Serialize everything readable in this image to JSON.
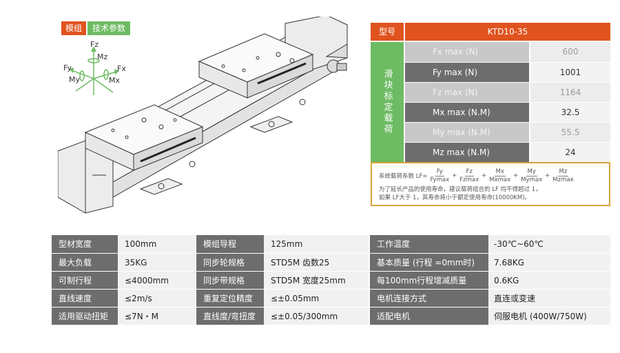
{
  "tags": {
    "module": "模组",
    "params": "技术参数"
  },
  "force_axes": {
    "fz": "Fz",
    "mz": "Mz",
    "fy": "Fy",
    "fx": "Fx",
    "my": "My",
    "mx": "Mx"
  },
  "colors": {
    "orange": "#e0531e",
    "green": "#6dbb62",
    "gold": "#d6a33a",
    "dark_gray": "#6d6d6d"
  },
  "spec": {
    "header_label": "型号",
    "model": "KTD10-35",
    "group_label": "滑块标定载荷",
    "rows": [
      {
        "key": "Fx max (N)",
        "value": "600"
      },
      {
        "key": "Fy max (N)",
        "value": "1001"
      },
      {
        "key": "Fz max (N)",
        "value": "1164"
      },
      {
        "key": "Mx max (N.M)",
        "value": "32.5"
      },
      {
        "key": "My max (N.M)",
        "value": "55.5"
      },
      {
        "key": "Mz max (N.M)",
        "value": "24"
      }
    ]
  },
  "formula": {
    "prefix": "系统载荷系数 LF=",
    "terms": [
      {
        "num": "Fy",
        "den": "Fymax"
      },
      {
        "num": "Fz",
        "den": "Fzmax"
      },
      {
        "num": "Mx",
        "den": "Mxmax"
      },
      {
        "num": "My",
        "den": "Mymax"
      },
      {
        "num": "Mz",
        "den": "Mzmax"
      }
    ],
    "plus": "+",
    "note1": "为了延长产品的使用寿命，建议载荷组合的 LF 均不得超过 1，",
    "note2": "如果 LF大于 1，其寿命将小于额定使用寿命(10000KM)。"
  },
  "bottom": [
    {
      "k1": "型材宽度",
      "v1": "100mm",
      "k2": "模组导程",
      "v2": "125mm",
      "k3": "工作温度",
      "v3": "-30℃~60℃"
    },
    {
      "k1": "最大负载",
      "v1": "35KG",
      "k2": "同步轮规格",
      "v2": "STD5M 齿数25",
      "k3": "基本质量 (行程 =0mm时)",
      "v3": "7.68KG"
    },
    {
      "k1": "可制行程",
      "v1": "≤4000mm",
      "k2": "同步带规格",
      "v2": "STD5M 宽度25mm",
      "k3": "每100mm行程增减质量",
      "v3": "0.6KG"
    },
    {
      "k1": "直线速度",
      "v1": "≤2m/s",
      "k2": "重复定位精度",
      "v2": "≤±0.05mm",
      "k3": "电机连接方式",
      "v3": "直连或变速"
    },
    {
      "k1": "适用驱动扭矩",
      "v1": "≤7N・M",
      "k2": "直线度/弯扭度",
      "v2": "≤±0.05/300mm",
      "k3": "适配电机",
      "v3": "伺服电机 (400W/750W)"
    }
  ]
}
